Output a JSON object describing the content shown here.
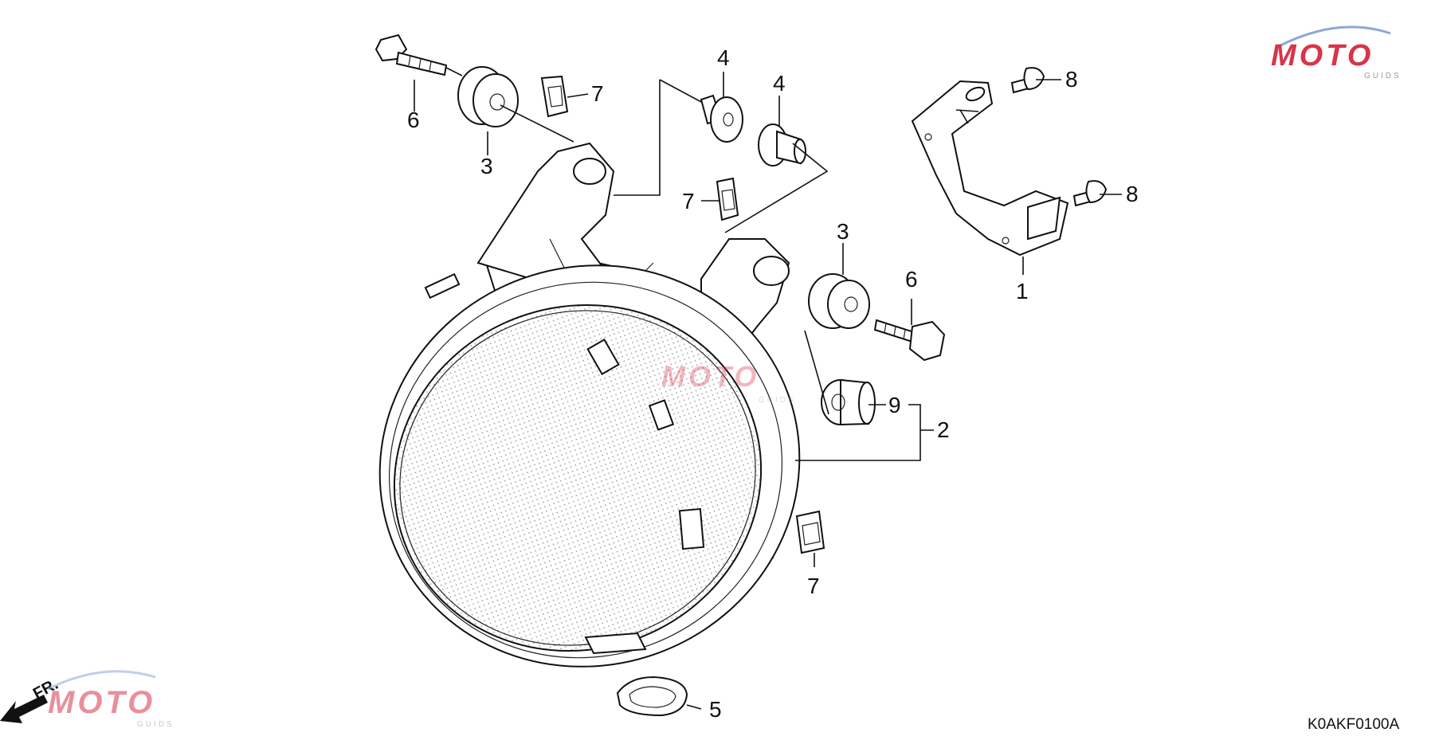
{
  "diagram": {
    "drawing_code": "K0AKF0100A",
    "front_marker": "FR.",
    "callouts": [
      {
        "id": "c1",
        "label": "1"
      },
      {
        "id": "c2",
        "label": "2"
      },
      {
        "id": "c3a",
        "label": "3"
      },
      {
        "id": "c3b",
        "label": "3"
      },
      {
        "id": "c4a",
        "label": "4"
      },
      {
        "id": "c4b",
        "label": "4"
      },
      {
        "id": "c5",
        "label": "5"
      },
      {
        "id": "c6a",
        "label": "6"
      },
      {
        "id": "c6b",
        "label": "6"
      },
      {
        "id": "c7a",
        "label": "7"
      },
      {
        "id": "c7b",
        "label": "7"
      },
      {
        "id": "c7c",
        "label": "7"
      },
      {
        "id": "c8a",
        "label": "8"
      },
      {
        "id": "c8b",
        "label": "8"
      },
      {
        "id": "c9",
        "label": "9"
      }
    ]
  },
  "watermark": {
    "brand": "MOTO",
    "tagline": "GUIDS",
    "accent_red": "#d8344a",
    "accent_grey": "#9a9a9a",
    "accent_blue": "#8fa6d8"
  },
  "colors": {
    "line": "#111111",
    "background": "#ffffff"
  }
}
